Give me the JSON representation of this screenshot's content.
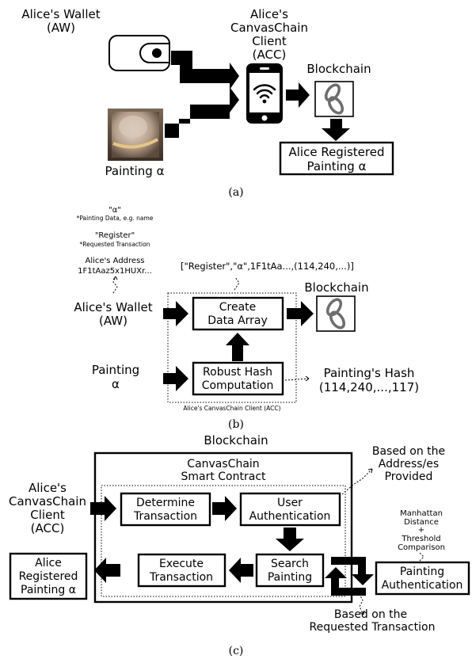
{
  "panel_a": {
    "caption": "(a)",
    "wallet_label_line1": "Alice's Wallet",
    "wallet_label_line2": "(AW)",
    "client_label_line1": "Alice's",
    "client_label_line2": "CanvasChain",
    "client_label_line3": "Client",
    "client_label_line4": "(ACC)",
    "blockchain_label": "Blockchain",
    "painting_label": "Painting α",
    "result_line1": "Alice Registered",
    "result_line2": "Painting α"
  },
  "panel_b": {
    "caption": "(b)",
    "data_name_value": "\"α\"",
    "data_name_note": "*Painting Data, e.g. name",
    "register_value": "\"Register\"",
    "register_note": "*Requested Transaction",
    "address_label": "Alice's Address",
    "address_value": "1F1tAaz5x1HUXr...",
    "array_text": "[\"Register\",\"α\",1F1tAa...,(114,240,...)]",
    "wallet_line1": "Alice's Wallet",
    "wallet_line2": "(AW)",
    "create_line1": "Create",
    "create_line2": "Data Array",
    "blockchain_label": "Blockchain",
    "painting_line1": "Painting",
    "painting_line2": "α",
    "hash_line1": "Robust Hash",
    "hash_line2": "Computation",
    "hash_out_line1": "Painting's Hash",
    "hash_out_line2": "(114,240,...,117)",
    "client_frame_label": "Alice's CanvasChain Client (ACC)"
  },
  "panel_c": {
    "caption": "(c)",
    "blockchain_label": "Blockchain",
    "contract_line1": "CanvasChain",
    "contract_line2": "Smart Contract",
    "client_line1": "Alice's",
    "client_line2": "CanvasChain",
    "client_line3": "Client",
    "client_line4": "(ACC)",
    "determine_line1": "Determine",
    "determine_line2": "Transaction",
    "user_auth_line1": "User",
    "user_auth_line2": "Authentication",
    "address_note_line1": "Based on the",
    "address_note_line2": "Address/es",
    "address_note_line3": "Provided",
    "manhattan_line1": "Manhattan",
    "manhattan_line2": "Distance",
    "manhattan_line3": "+",
    "manhattan_line4": "Threshold",
    "manhattan_line5": "Comparison",
    "search_line1": "Search",
    "search_line2": "Painting",
    "painting_auth_line1": "Painting",
    "painting_auth_line2": "Authentication",
    "execute_line1": "Execute",
    "execute_line2": "Transaction",
    "result_line1": "Alice",
    "result_line2": "Registered",
    "result_line3": "Painting α",
    "requested_note_line1": "Based on the",
    "requested_note_line2": "Requested Transaction"
  }
}
